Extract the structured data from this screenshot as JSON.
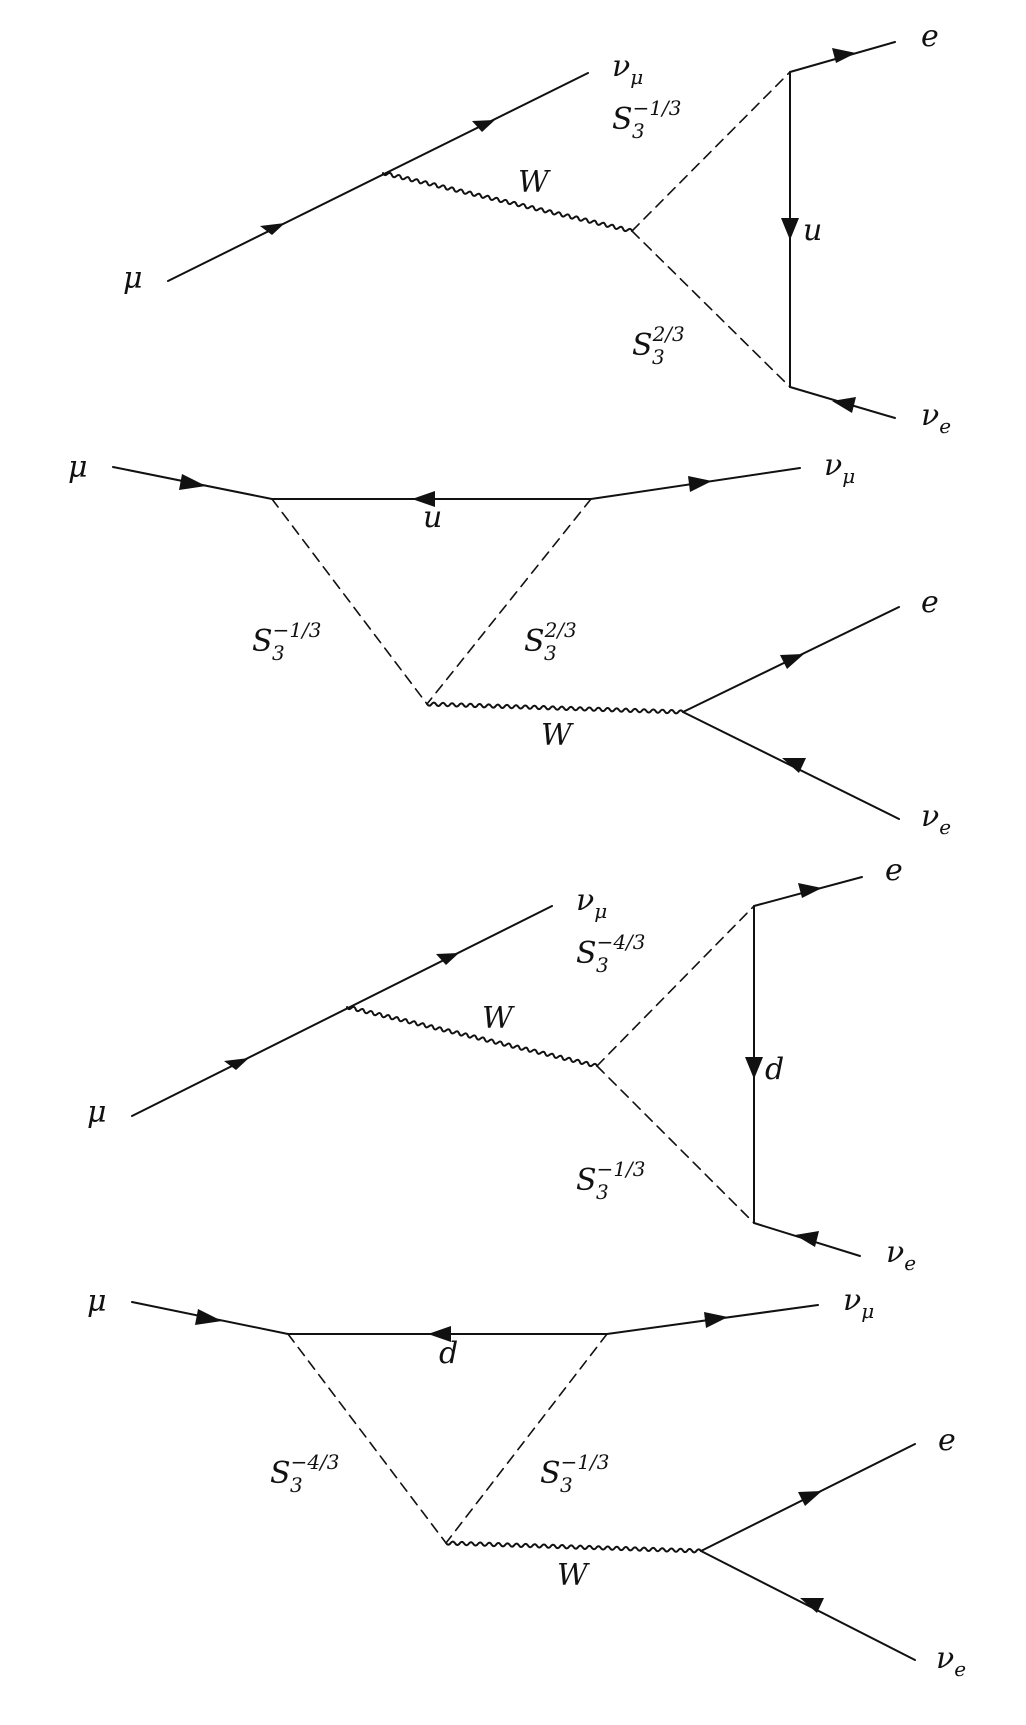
{
  "colors": {
    "line": "#111111",
    "background": "#ffffff"
  },
  "diagrams": [
    {
      "labels": {
        "in_muon": "μ",
        "out_numu": {
          "base": "ν",
          "sub": "μ"
        },
        "s_top": {
          "base": "S",
          "sub": "3",
          "sup": "−1/3"
        },
        "w": "W",
        "quark": "u",
        "s_bottom": {
          "base": "S",
          "sub": "3",
          "sup": "2/3"
        },
        "out_e": "e",
        "out_nue": {
          "base": "ν",
          "sub": "e"
        }
      }
    },
    {
      "labels": {
        "in_muon": "μ",
        "out_numu": {
          "base": "ν",
          "sub": "μ"
        },
        "quark": "u",
        "s_left": {
          "base": "S",
          "sub": "3",
          "sup": "−1/3"
        },
        "s_right": {
          "base": "S",
          "sub": "3",
          "sup": "2/3"
        },
        "w": "W",
        "out_e": "e",
        "out_nue": {
          "base": "ν",
          "sub": "e"
        }
      }
    },
    {
      "labels": {
        "in_muon": "μ",
        "out_numu": {
          "base": "ν",
          "sub": "μ"
        },
        "s_top": {
          "base": "S",
          "sub": "3",
          "sup": "−4/3"
        },
        "w": "W",
        "quark": "d",
        "s_bottom": {
          "base": "S",
          "sub": "3",
          "sup": "−1/3"
        },
        "out_e": "e",
        "out_nue": {
          "base": "ν",
          "sub": "e"
        }
      }
    },
    {
      "labels": {
        "in_muon": "μ",
        "out_numu": {
          "base": "ν",
          "sub": "μ"
        },
        "quark": "d",
        "s_left": {
          "base": "S",
          "sub": "3",
          "sup": "−4/3"
        },
        "s_right": {
          "base": "S",
          "sub": "3",
          "sup": "−1/3"
        },
        "w": "W",
        "out_e": "e",
        "out_nue": {
          "base": "ν",
          "sub": "e"
        }
      }
    }
  ]
}
